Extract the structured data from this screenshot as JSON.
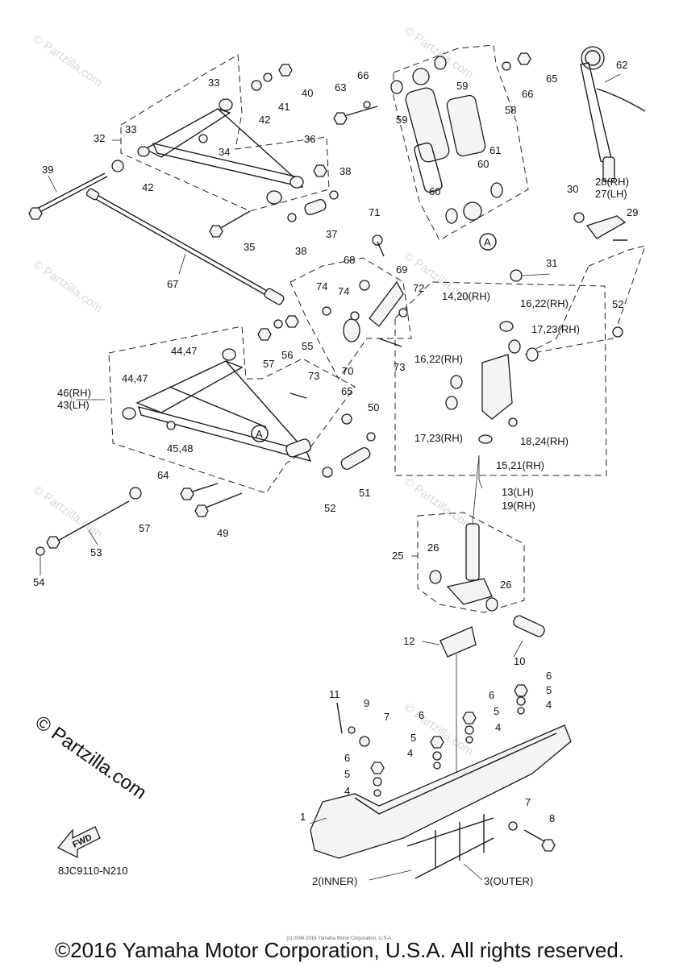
{
  "diagram": {
    "code": "8JC9110-N210",
    "brand": "© Partzilla.com",
    "watermark": "© Partzilla.com",
    "fwd_label": "FWD",
    "labels": {
      "l1": "1",
      "l2": "2(INNER)",
      "l3": "3(OUTER)",
      "l4": "4",
      "l5": "5",
      "l6": "6",
      "l7": "7",
      "l8": "8",
      "l9": "9",
      "l10": "10",
      "l11": "11",
      "l12": "12",
      "l13": "13(LH)",
      "l19": "19(RH)",
      "l14": "14,20(RH)",
      "l15": "15,21(RH)",
      "l16": "16,22(RH)",
      "l17": "17,23(RH)",
      "l18": "18,24(RH)",
      "l25": "25",
      "l26": "26",
      "l27": "27(LH)",
      "l28": "28(RH)",
      "l29": "29",
      "l30": "30",
      "l31": "31",
      "l32": "32",
      "l33": "33",
      "l34": "34",
      "l35": "35",
      "l36": "36",
      "l37": "37",
      "l38": "38",
      "l39": "39",
      "l40": "40",
      "l41": "41",
      "l42": "42",
      "l43": "43(LH)",
      "l44": "44,47",
      "l45": "45,48",
      "l46": "46(RH)",
      "l49": "49",
      "l50": "50",
      "l51": "51",
      "l52": "52",
      "l53": "53",
      "l54": "54",
      "l55": "55",
      "l56": "56",
      "l57": "57",
      "l58": "58",
      "l59": "59",
      "l60": "60",
      "l61": "61",
      "l62": "62",
      "l63": "63",
      "l64": "64",
      "l65": "65",
      "l66": "66",
      "l67": "67",
      "l68": "68",
      "l69": "69",
      "l70": "70",
      "l71": "71",
      "l72": "72",
      "l73": "73",
      "l74": "74",
      "la": "A"
    }
  },
  "footer": {
    "copyright": "©2016 Yamaha Motor Corporation, U.S.A. All rights reserved.",
    "subcopyright": "(c) 2006-2016 Yamaha Motor Corporation, U.S.A."
  }
}
